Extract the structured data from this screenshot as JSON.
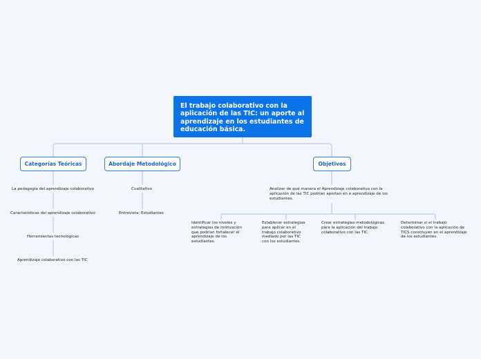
{
  "root": {
    "label": "El trabajo colaborativo con la aplicación de las TIC: un aporte al aprendizaje en los estudiantes de educación básica."
  },
  "branches": {
    "categorias": {
      "label": "Categorías Teóricas",
      "items": [
        "La pedagogía del aprendizaje colaborativo",
        "Características del aprendizaje colaborativo",
        "Herramientas tecnológicas",
        "Aprendizaje colaborativo con las TIC"
      ]
    },
    "abordaje": {
      "label": "Abordaje Metodológico",
      "items": [
        "Cualitativo",
        "Entrevista: Estudiantes"
      ]
    },
    "objetivos": {
      "label": "Objetivos",
      "general": "Analizar de qué manera el Aprendizaje colaborativo con la aplicación de las TIC podrían aportan en e aprendizaje de los estudiantes.",
      "specific": [
        "Identificar los niveles y estrategias de motivación que podrían fortalecer el aprendizaje de los estudiantes.",
        "Establecer estrategias para aplicar en el trabajo colaborativo mediado por las TIC con los estudiantes.",
        "Crear estrategias  metodológicas para la aplicación del trabajo colaborativo con las TIC.",
        "Determinar si el trabajo colaborativo  con la aplicación de TICS construyen en el aprendizaje de los estudiantes."
      ]
    }
  },
  "colors": {
    "background": "#f3f6fc",
    "root_fill": "#0b73e8",
    "node_border": "#2f7ee6",
    "node_text": "#1f66c7",
    "connector": "#c4ccd6"
  }
}
